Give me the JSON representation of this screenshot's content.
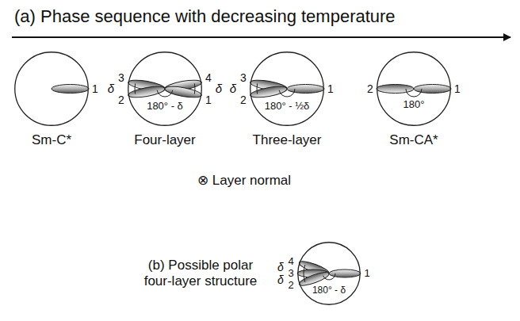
{
  "diagram": {
    "title": "(a) Phase sequence with decreasing temperature",
    "nodes": [
      {
        "text": [
          "Sm-C*",
          "1"
        ]
      },
      {
        "text": [
          "Four-layer",
          "3",
          "2",
          "4",
          "1",
          "δ",
          "δ",
          "180° - δ"
        ]
      },
      {
        "text": [
          "Three-layer",
          "3",
          "2",
          "1",
          "δ",
          "180° - ½δ"
        ]
      },
      {
        "text": [
          "Sm-CA*",
          "2",
          "1",
          "180°"
        ]
      },
      {
        "text": [
          "(b) Possible polar four-layer structure",
          "4",
          "3",
          "2",
          "1",
          "δ",
          "δ",
          "180° - δ"
        ]
      }
    ],
    "labels": [
      "⊗ Layer normal"
    ]
  }
}
